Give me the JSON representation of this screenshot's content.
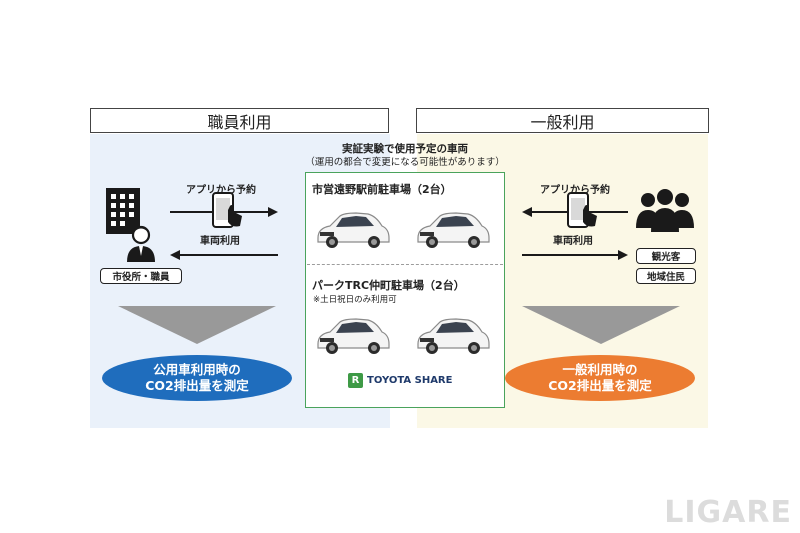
{
  "headers": {
    "staff": "職員利用",
    "general": "一般利用"
  },
  "caption": {
    "line1": "実証実験で使用予定の車両",
    "line2": "（運用の都合で変更になる可能性があります）"
  },
  "lots": [
    {
      "name": "市営遠野駅前駐車場（2台）",
      "note": ""
    },
    {
      "name": "パークTRC仲町駐車場（2台）",
      "note": "※土日祝日のみ利用可"
    }
  ],
  "left": {
    "app_label": "アプリから予約",
    "car_label": "車両利用",
    "user_tag": "市役所・職員",
    "oval_line1": "公用車利用時の",
    "oval_line2": "CO2排出量を測定"
  },
  "right": {
    "app_label": "アプリから予約",
    "car_label": "車両利用",
    "user_tags": [
      "観光客",
      "地域住民"
    ],
    "oval_line1": "一般利用時の",
    "oval_line2": "CO2排出量を測定"
  },
  "brand": {
    "name": "TOYOTA SHARE",
    "icon": "toyota-share-logo-icon"
  },
  "watermark": "LIGARE",
  "colors": {
    "blue": "#1f6dbd",
    "orange": "#ec7c31",
    "green": "#4aa35c",
    "panel_blue": "#eaf1fa",
    "panel_yellow": "#fbf8e6"
  }
}
